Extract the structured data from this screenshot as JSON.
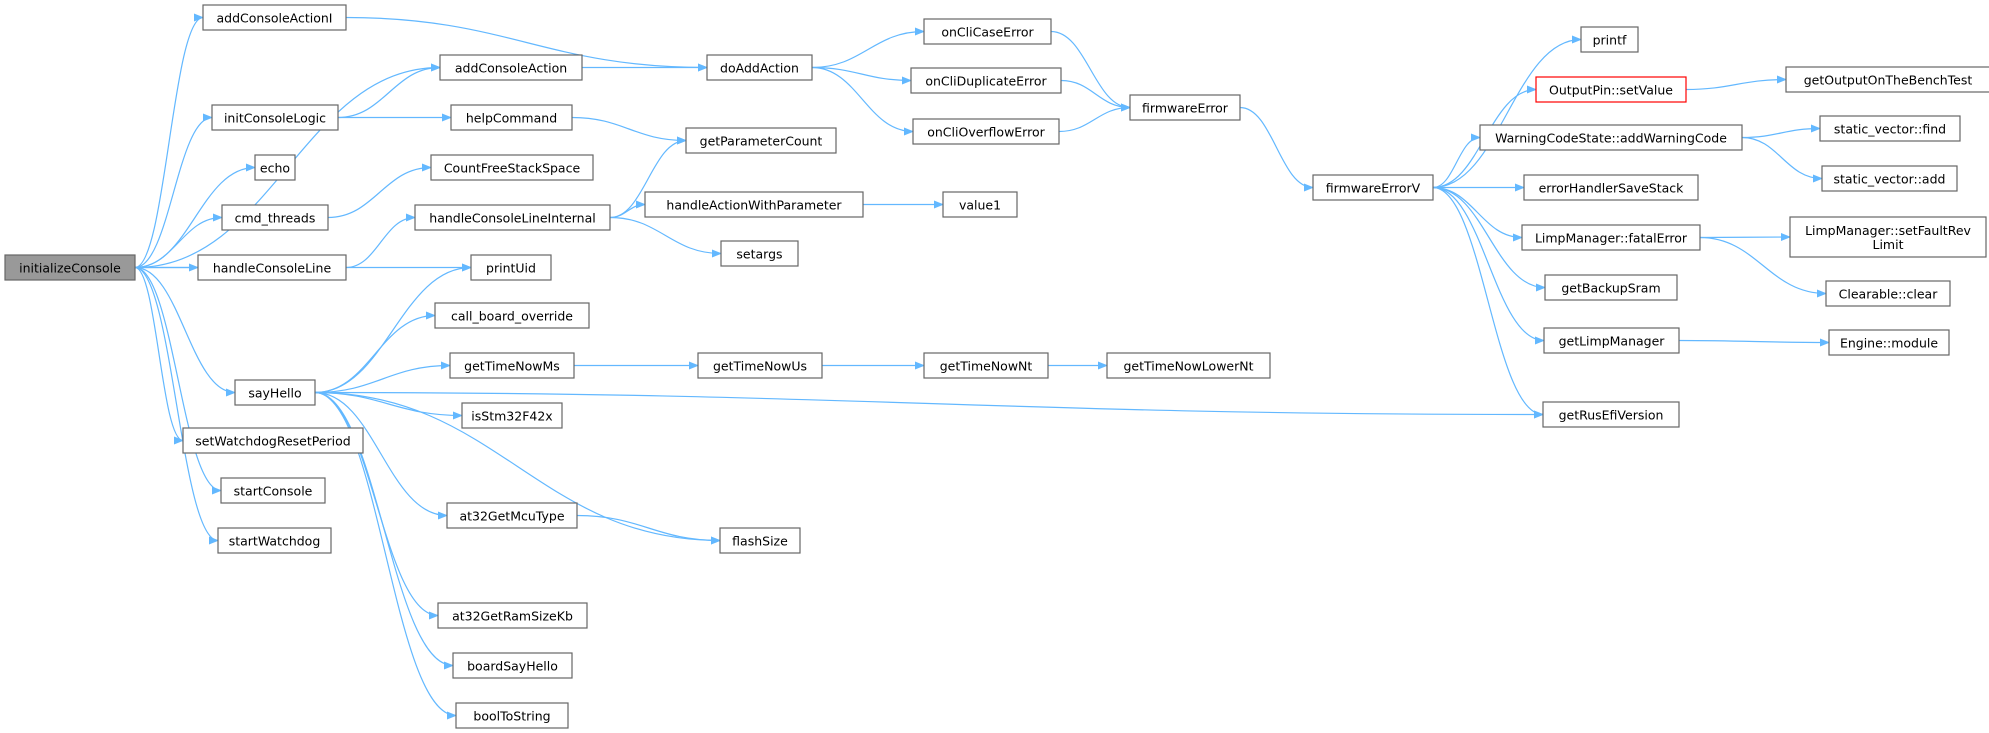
{
  "colors": {
    "edge": "#63b8ff",
    "node_border": "#666666",
    "root_fill": "#999999",
    "root_border": "#666666",
    "node_fill": "#ffffff",
    "text": "#000000",
    "red_border": "#ff0000"
  },
  "nodes": [
    {
      "id": "initializeConsole",
      "label": "initializeConsole",
      "style": "root"
    },
    {
      "id": "addConsoleActionI",
      "label": "addConsoleActionI"
    },
    {
      "id": "addConsoleAction",
      "label": "addConsoleAction"
    },
    {
      "id": "initConsoleLogic",
      "label": "initConsoleLogic"
    },
    {
      "id": "echo",
      "label": "echo"
    },
    {
      "id": "cmd_threads",
      "label": "cmd_threads"
    },
    {
      "id": "handleConsoleLine",
      "label": "handleConsoleLine"
    },
    {
      "id": "printUid",
      "label": "printUid"
    },
    {
      "id": "sayHello",
      "label": "sayHello"
    },
    {
      "id": "setWatchdogResetPeriod",
      "label": "setWatchdogResetPeriod"
    },
    {
      "id": "startConsole",
      "label": "startConsole"
    },
    {
      "id": "startWatchdog",
      "label": "startWatchdog"
    },
    {
      "id": "doAddAction",
      "label": "doAddAction"
    },
    {
      "id": "helpCommand",
      "label": "helpCommand"
    },
    {
      "id": "CountFreeStackSpace",
      "label": "CountFreeStackSpace"
    },
    {
      "id": "handleConsoleLineInternal",
      "label": "handleConsoleLineInternal"
    },
    {
      "id": "call_board_override",
      "label": "call_board_override"
    },
    {
      "id": "getTimeNowMs",
      "label": "getTimeNowMs"
    },
    {
      "id": "isStm32F42x",
      "label": "isStm32F42x"
    },
    {
      "id": "at32GetMcuType",
      "label": "at32GetMcuType"
    },
    {
      "id": "at32GetRamSizeKb",
      "label": "at32GetRamSizeKb"
    },
    {
      "id": "boardSayHello",
      "label": "boardSayHello"
    },
    {
      "id": "boolToString",
      "label": "boolToString"
    },
    {
      "id": "getParameterCount",
      "label": "getParameterCount"
    },
    {
      "id": "handleActionWithParameter",
      "label": "handleActionWithParameter"
    },
    {
      "id": "setargs",
      "label": "setargs"
    },
    {
      "id": "getTimeNowUs",
      "label": "getTimeNowUs"
    },
    {
      "id": "flashSize",
      "label": "flashSize"
    },
    {
      "id": "onCliCaseError",
      "label": "onCliCaseError"
    },
    {
      "id": "onCliDuplicateError",
      "label": "onCliDuplicateError"
    },
    {
      "id": "onCliOverflowError",
      "label": "onCliOverflowError"
    },
    {
      "id": "value1",
      "label": "value1"
    },
    {
      "id": "getTimeNowNt",
      "label": "getTimeNowNt"
    },
    {
      "id": "getTimeNowLowerNt",
      "label": "getTimeNowLowerNt"
    },
    {
      "id": "firmwareError",
      "label": "firmwareError"
    },
    {
      "id": "firmwareErrorV",
      "label": "firmwareErrorV"
    },
    {
      "id": "printf",
      "label": "printf"
    },
    {
      "id": "OutputPin_setValue",
      "label": "OutputPin::setValue",
      "style": "red"
    },
    {
      "id": "WarningCodeState_addWarningCode",
      "label": "WarningCodeState::addWarningCode"
    },
    {
      "id": "errorHandlerSaveStack",
      "label": "errorHandlerSaveStack"
    },
    {
      "id": "LimpManager_fatalError",
      "label": "LimpManager::fatalError"
    },
    {
      "id": "getBackupSram",
      "label": "getBackupSram"
    },
    {
      "id": "getLimpManager",
      "label": "getLimpManager"
    },
    {
      "id": "getRusEfiVersion",
      "label": "getRusEfiVersion"
    },
    {
      "id": "getOutputOnTheBenchTest",
      "label": "getOutputOnTheBenchTest"
    },
    {
      "id": "static_vector_find",
      "label": "static_vector::find"
    },
    {
      "id": "static_vector_add",
      "label": "static_vector::add"
    },
    {
      "id": "LimpManager_setFaultRevLimit",
      "label": "LimpManager::setFaultRev\nLimit"
    },
    {
      "id": "Clearable_clear",
      "label": "Clearable::clear"
    },
    {
      "id": "Engine_module",
      "label": "Engine::module"
    }
  ],
  "edges": [
    [
      "initializeConsole",
      "addConsoleActionI"
    ],
    [
      "initializeConsole",
      "addConsoleAction"
    ],
    [
      "initializeConsole",
      "initConsoleLogic"
    ],
    [
      "initializeConsole",
      "echo"
    ],
    [
      "initializeConsole",
      "cmd_threads"
    ],
    [
      "initializeConsole",
      "handleConsoleLine"
    ],
    [
      "initializeConsole",
      "printUid"
    ],
    [
      "initializeConsole",
      "sayHello"
    ],
    [
      "initializeConsole",
      "setWatchdogResetPeriod"
    ],
    [
      "initializeConsole",
      "startConsole"
    ],
    [
      "initializeConsole",
      "startWatchdog"
    ],
    [
      "addConsoleActionI",
      "doAddAction"
    ],
    [
      "addConsoleAction",
      "doAddAction"
    ],
    [
      "initConsoleLogic",
      "addConsoleAction"
    ],
    [
      "initConsoleLogic",
      "helpCommand"
    ],
    [
      "cmd_threads",
      "CountFreeStackSpace"
    ],
    [
      "handleConsoleLine",
      "handleConsoleLineInternal"
    ],
    [
      "helpCommand",
      "getParameterCount"
    ],
    [
      "handleConsoleLineInternal",
      "getParameterCount"
    ],
    [
      "handleConsoleLineInternal",
      "handleActionWithParameter"
    ],
    [
      "handleConsoleLineInternal",
      "setargs"
    ],
    [
      "handleActionWithParameter",
      "value1"
    ],
    [
      "sayHello",
      "printUid"
    ],
    [
      "sayHello",
      "call_board_override"
    ],
    [
      "sayHello",
      "getTimeNowMs"
    ],
    [
      "sayHello",
      "isStm32F42x"
    ],
    [
      "sayHello",
      "at32GetMcuType"
    ],
    [
      "sayHello",
      "at32GetRamSizeKb"
    ],
    [
      "sayHello",
      "boardSayHello"
    ],
    [
      "sayHello",
      "boolToString"
    ],
    [
      "sayHello",
      "flashSize"
    ],
    [
      "sayHello",
      "getRusEfiVersion"
    ],
    [
      "at32GetMcuType",
      "flashSize"
    ],
    [
      "getTimeNowMs",
      "getTimeNowUs"
    ],
    [
      "getTimeNowUs",
      "getTimeNowNt"
    ],
    [
      "getTimeNowNt",
      "getTimeNowLowerNt"
    ],
    [
      "doAddAction",
      "onCliCaseError"
    ],
    [
      "doAddAction",
      "onCliDuplicateError"
    ],
    [
      "doAddAction",
      "onCliOverflowError"
    ],
    [
      "onCliCaseError",
      "firmwareError"
    ],
    [
      "onCliDuplicateError",
      "firmwareError"
    ],
    [
      "onCliOverflowError",
      "firmwareError"
    ],
    [
      "firmwareError",
      "firmwareErrorV"
    ],
    [
      "firmwareErrorV",
      "printf"
    ],
    [
      "firmwareErrorV",
      "OutputPin_setValue"
    ],
    [
      "firmwareErrorV",
      "WarningCodeState_addWarningCode"
    ],
    [
      "firmwareErrorV",
      "errorHandlerSaveStack"
    ],
    [
      "firmwareErrorV",
      "LimpManager_fatalError"
    ],
    [
      "firmwareErrorV",
      "getBackupSram"
    ],
    [
      "firmwareErrorV",
      "getLimpManager"
    ],
    [
      "firmwareErrorV",
      "getRusEfiVersion"
    ],
    [
      "OutputPin_setValue",
      "getOutputOnTheBenchTest"
    ],
    [
      "WarningCodeState_addWarningCode",
      "static_vector_find"
    ],
    [
      "WarningCodeState_addWarningCode",
      "static_vector_add"
    ],
    [
      "LimpManager_fatalError",
      "LimpManager_setFaultRevLimit"
    ],
    [
      "LimpManager_fatalError",
      "Clearable_clear"
    ],
    [
      "getLimpManager",
      "Engine_module"
    ]
  ]
}
